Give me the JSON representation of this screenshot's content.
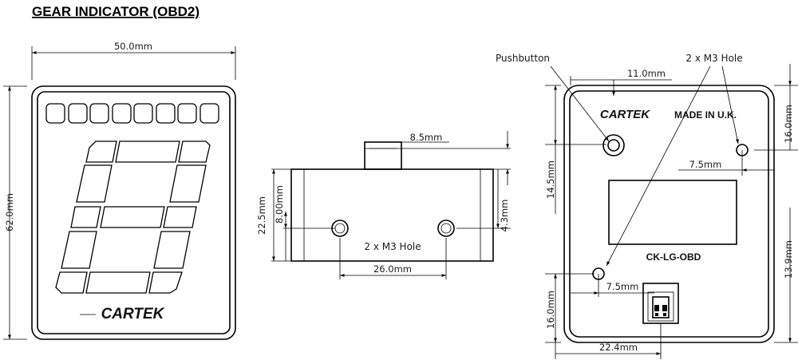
{
  "title": "GEAR INDICATOR (OBD2)",
  "front": {
    "width_dim": "50.0mm",
    "height_dim": "62.0mm",
    "logo": "CARTEK"
  },
  "side": {
    "top_dim": "8.5mm",
    "height_dim": "22.5mm",
    "hole_height_dim": "8.00mm",
    "right_dim": "4.3mm",
    "hole_label": "2 x M3 Hole",
    "hole_spacing_dim": "26.0mm"
  },
  "back": {
    "pushbutton_label": "Pushbutton",
    "hole_label": "2 x M3 Hole",
    "button_offset_dim": "11.0mm",
    "top_right_dim": "16.0mm",
    "hole_right_dim": "7.5mm",
    "left_upper_dim": "14.5mm",
    "right_lower_dim": "13.9mm",
    "hole_left_dim": "7.5mm",
    "left_lower_dim": "16.0mm",
    "connector_dim": "22.4mm",
    "logo": "CARTEK",
    "made_in": "MADE IN U.K.",
    "model": "CK-LG-OBD"
  }
}
